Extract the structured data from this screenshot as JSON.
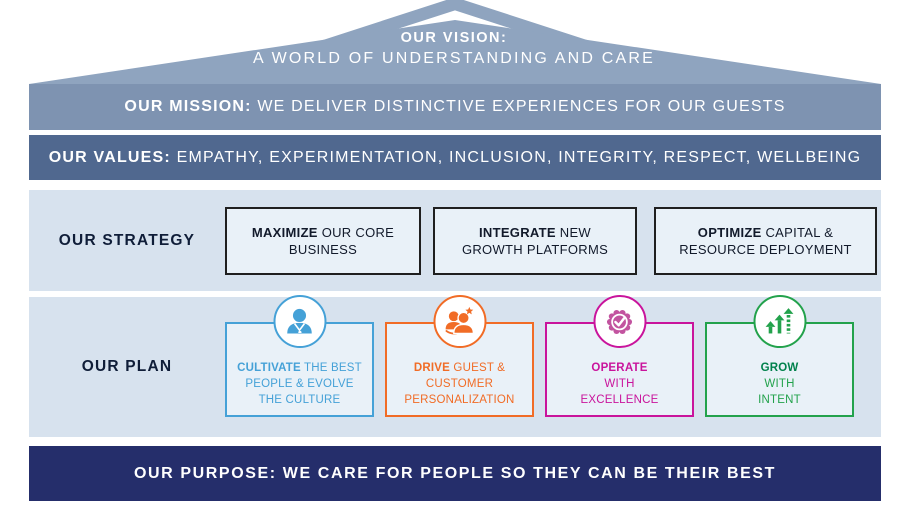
{
  "palette": {
    "roof": "#8FA4BF",
    "mission_bg": "#7E93B1",
    "values_bg": "#50688F",
    "light_band_bg": "#D7E2EE",
    "box_fill": "#E9F1F8",
    "strategy_box_border": "#1F1F1F",
    "dark_label_text": "#0F1D38",
    "purpose_bg": "#252E6B",
    "plan_blue": "#45A1D7",
    "plan_orange": "#F16C26",
    "plan_magenta": "#C9149C",
    "plan_green": "#23A24C",
    "plan_green_dark": "#00814C",
    "rosette_fill": "#C2539F",
    "text_white": "#FFFFFF"
  },
  "vision": {
    "label": "OUR VISION:",
    "text": "A WORLD OF UNDERSTANDING AND CARE"
  },
  "mission": {
    "label": "OUR MISSION:",
    "text": " WE DELIVER DISTINCTIVE EXPERIENCES FOR OUR GUESTS"
  },
  "values": {
    "label": "OUR VALUES:",
    "text": " EMPATHY, EXPERIMENTATION, INCLUSION, INTEGRITY, RESPECT, WELLBEING"
  },
  "strategy": {
    "label": "OUR STRATEGY",
    "boxes": [
      {
        "name": "maximize",
        "lines": [
          {
            "b": "MAXIMIZE",
            "r": " OUR CORE"
          },
          {
            "r": "BUSINESS"
          }
        ]
      },
      {
        "name": "integrate",
        "lines": [
          {
            "b": "INTEGRATE",
            "r": " NEW"
          },
          {
            "r": "GROWTH PLATFORMS"
          }
        ]
      },
      {
        "name": "optimize",
        "lines": [
          {
            "b": "OPTIMIZE",
            "r": " CAPITAL &"
          },
          {
            "r": "RESOURCE DEPLOYMENT"
          }
        ]
      }
    ]
  },
  "plan": {
    "label": "OUR PLAN",
    "boxes": [
      {
        "name": "cultivate",
        "icon": "person-icon",
        "color": "#45A1D7",
        "lines": [
          {
            "b": "CULTIVATE",
            "r": " THE BEST"
          },
          {
            "r": "PEOPLE & EVOLVE"
          },
          {
            "r": "THE CULTURE"
          }
        ]
      },
      {
        "name": "drive",
        "icon": "people-star-icon",
        "color": "#F16C26",
        "lines": [
          {
            "b": "DRIVE",
            "r": " GUEST &"
          },
          {
            "r": "CUSTOMER"
          },
          {
            "r": "PERSONALIZATION"
          }
        ]
      },
      {
        "name": "operate",
        "icon": "badge-check-icon",
        "color": "#C9149C",
        "lines": [
          {
            "b": "OPERATE"
          },
          {
            "r": "WITH"
          },
          {
            "r": "EXCELLENCE"
          }
        ]
      },
      {
        "name": "grow",
        "icon": "growth-arrows-icon",
        "color": "#23A24C",
        "lines": [
          {
            "b": "GROW"
          },
          {
            "r": "WITH"
          },
          {
            "r": "INTENT"
          }
        ]
      }
    ]
  },
  "purpose": {
    "label": "OUR PURPOSE:",
    "text": " WE CARE FOR PEOPLE SO THEY CAN BE THEIR BEST"
  }
}
